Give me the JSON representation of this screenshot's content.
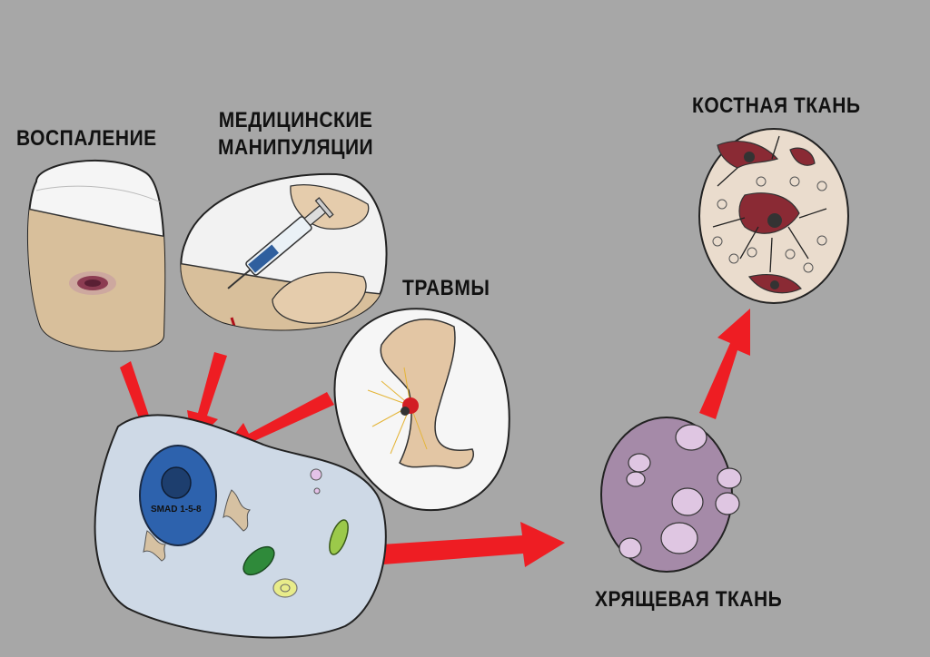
{
  "labels": {
    "inflammation": "ВОСПАЛЕНИЕ",
    "medical_line1": "МЕДИЦИНСКИЕ",
    "medical_line2": "МАНИПУЛЯЦИИ",
    "trauma": "ТРАВМЫ",
    "bone_tissue": "КОСТНАЯ ТКАНЬ",
    "cartilage_tissue": "ХРЯЩЕВАЯ ТКАНЬ",
    "smad": "SMAD 1-5-8"
  },
  "colors": {
    "background": "#a7a7a7",
    "arrow": "#ee1d23",
    "cell_fill": "#ced9e6",
    "nucleus": "#2d62ad",
    "nucleolus": "#1d3e6e",
    "cartilage": "#a58aa8",
    "chondrocyte": "#dfc6e2",
    "bone": "#eadccd",
    "osteocyte": "#8a2a34",
    "skin": "#d8bf9b",
    "bandage": "#f2f2f2"
  }
}
